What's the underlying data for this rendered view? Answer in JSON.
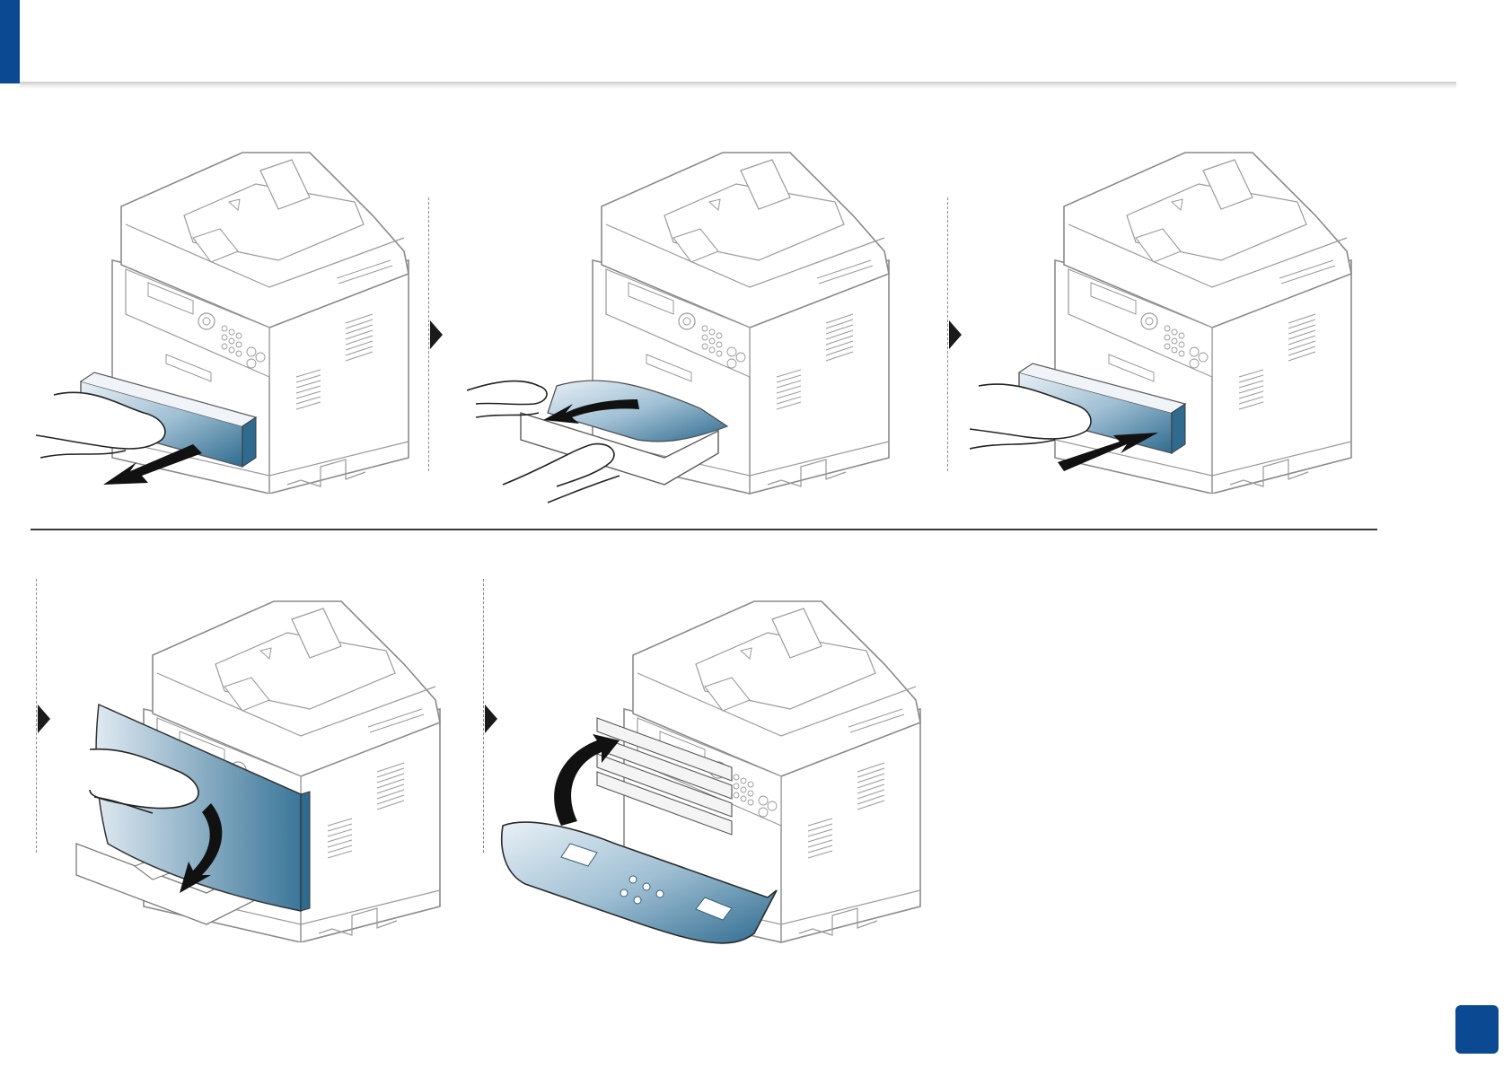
{
  "document": {
    "page_number": "",
    "accent_color": "#0b4a92",
    "highlight_color": "#4f86a8",
    "steps": [
      {
        "icon": "pull-tray-out-illustration",
        "action": "pull"
      },
      {
        "icon": "remove-jammed-paper-illustration",
        "action": "remove"
      },
      {
        "icon": "push-tray-in-illustration",
        "action": "push"
      },
      {
        "icon": "open-front-cover-illustration",
        "action": "open"
      },
      {
        "icon": "close-front-cover-illustration",
        "action": "close"
      }
    ]
  }
}
